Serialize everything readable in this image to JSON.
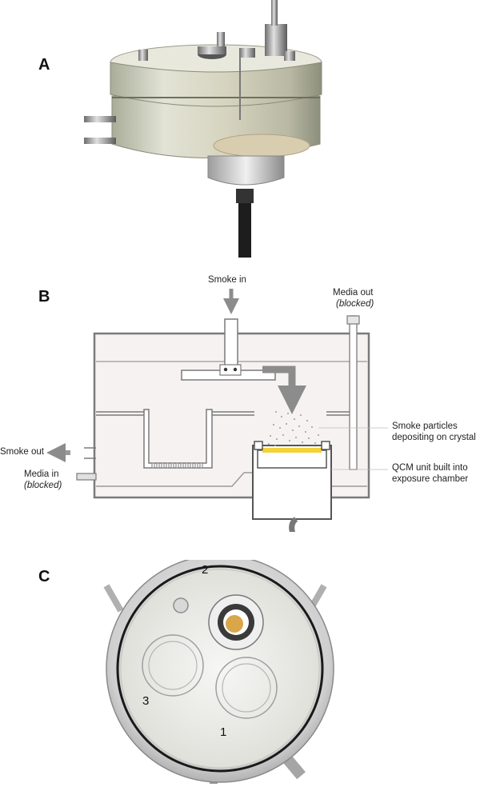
{
  "panels": {
    "a": {
      "letter": "A"
    },
    "b": {
      "letter": "B",
      "smoke_in": "Smoke in",
      "media_out": "Media out",
      "media_out_note": "(blocked)",
      "smoke_out": "Smoke out",
      "media_in": "Media in",
      "media_in_note": "(blocked)",
      "particles_line1": "Smoke particles",
      "particles_line2": "depositing on crystal",
      "qcm_line1": "QCM unit built into",
      "qcm_line2": "exposure chamber",
      "colors": {
        "crystal": "#f2d33a",
        "wall": "#7a7a7a",
        "arrow": "#8c8c8c",
        "chamber_fill": "#f7f2f2"
      }
    },
    "c": {
      "letter": "C",
      "num_1": "1",
      "num_2": "2",
      "num_3": "3"
    }
  }
}
